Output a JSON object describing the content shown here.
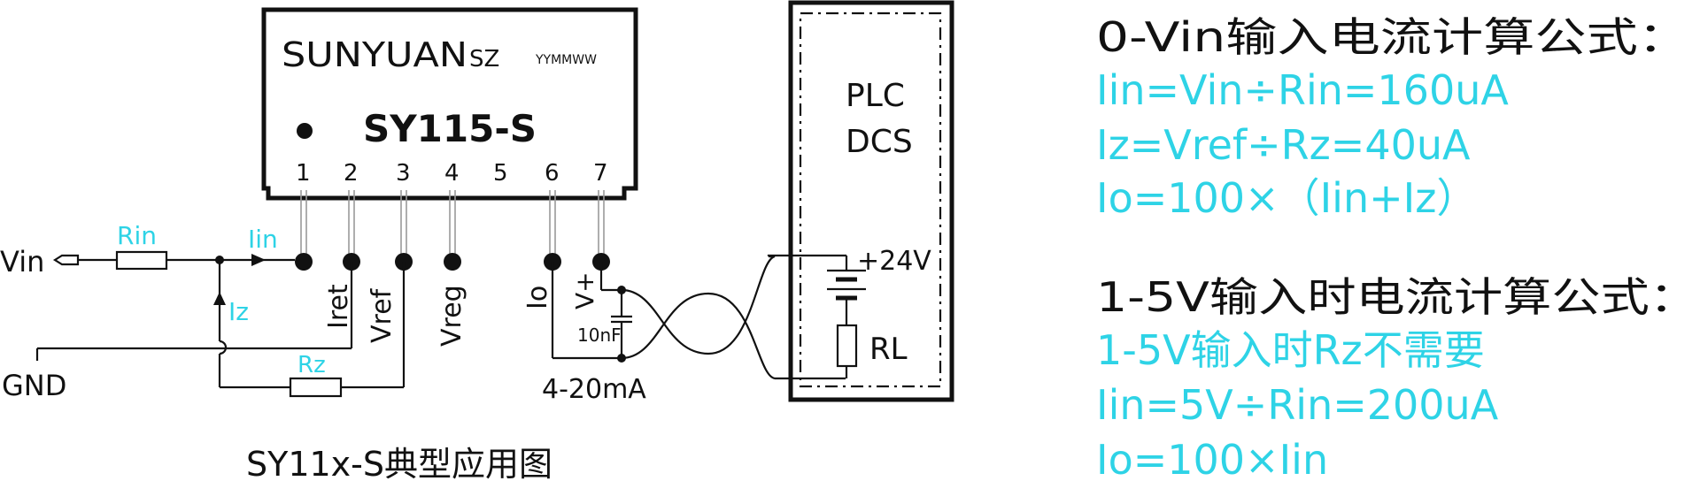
{
  "module": {
    "brand": "SUNYUAN",
    "brand_suffix": "SZ",
    "date_code": "YYMMWW",
    "model": "SY115-S",
    "pins": [
      "1",
      "2",
      "3",
      "4",
      "5",
      "6",
      "7"
    ]
  },
  "labels": {
    "vin": "Vin",
    "gnd": "GND",
    "rin": "Rin",
    "iin": "Iin",
    "iz": "Iz",
    "rz": "Rz",
    "iret": "Iret",
    "vref": "Vref",
    "vreg": "Vreg",
    "io": "Io",
    "vplus": "V+",
    "cap": "10nF",
    "output": "4-20mA",
    "plc": "PLC",
    "dcs": "DCS",
    "supply": "+24V",
    "rl": "RL",
    "caption": "SY11x-S典型应用图"
  },
  "formulas": {
    "heading1": "0-Vin输入电流计算公式：",
    "lines1": [
      "Iin=Vin÷Rin=160uA",
      "Iz=Vref÷Rz=40uA",
      "Io=100×（Iin+Iz）"
    ],
    "heading2": "1-5V输入时电流计算公式：",
    "lines2": [
      "1-5V输入时Rz不需要",
      "Iin=5V÷Rin=200uA",
      "Io=100×Iin"
    ]
  },
  "colors": {
    "accent": "#2ed3e6",
    "ink": "#111111"
  }
}
